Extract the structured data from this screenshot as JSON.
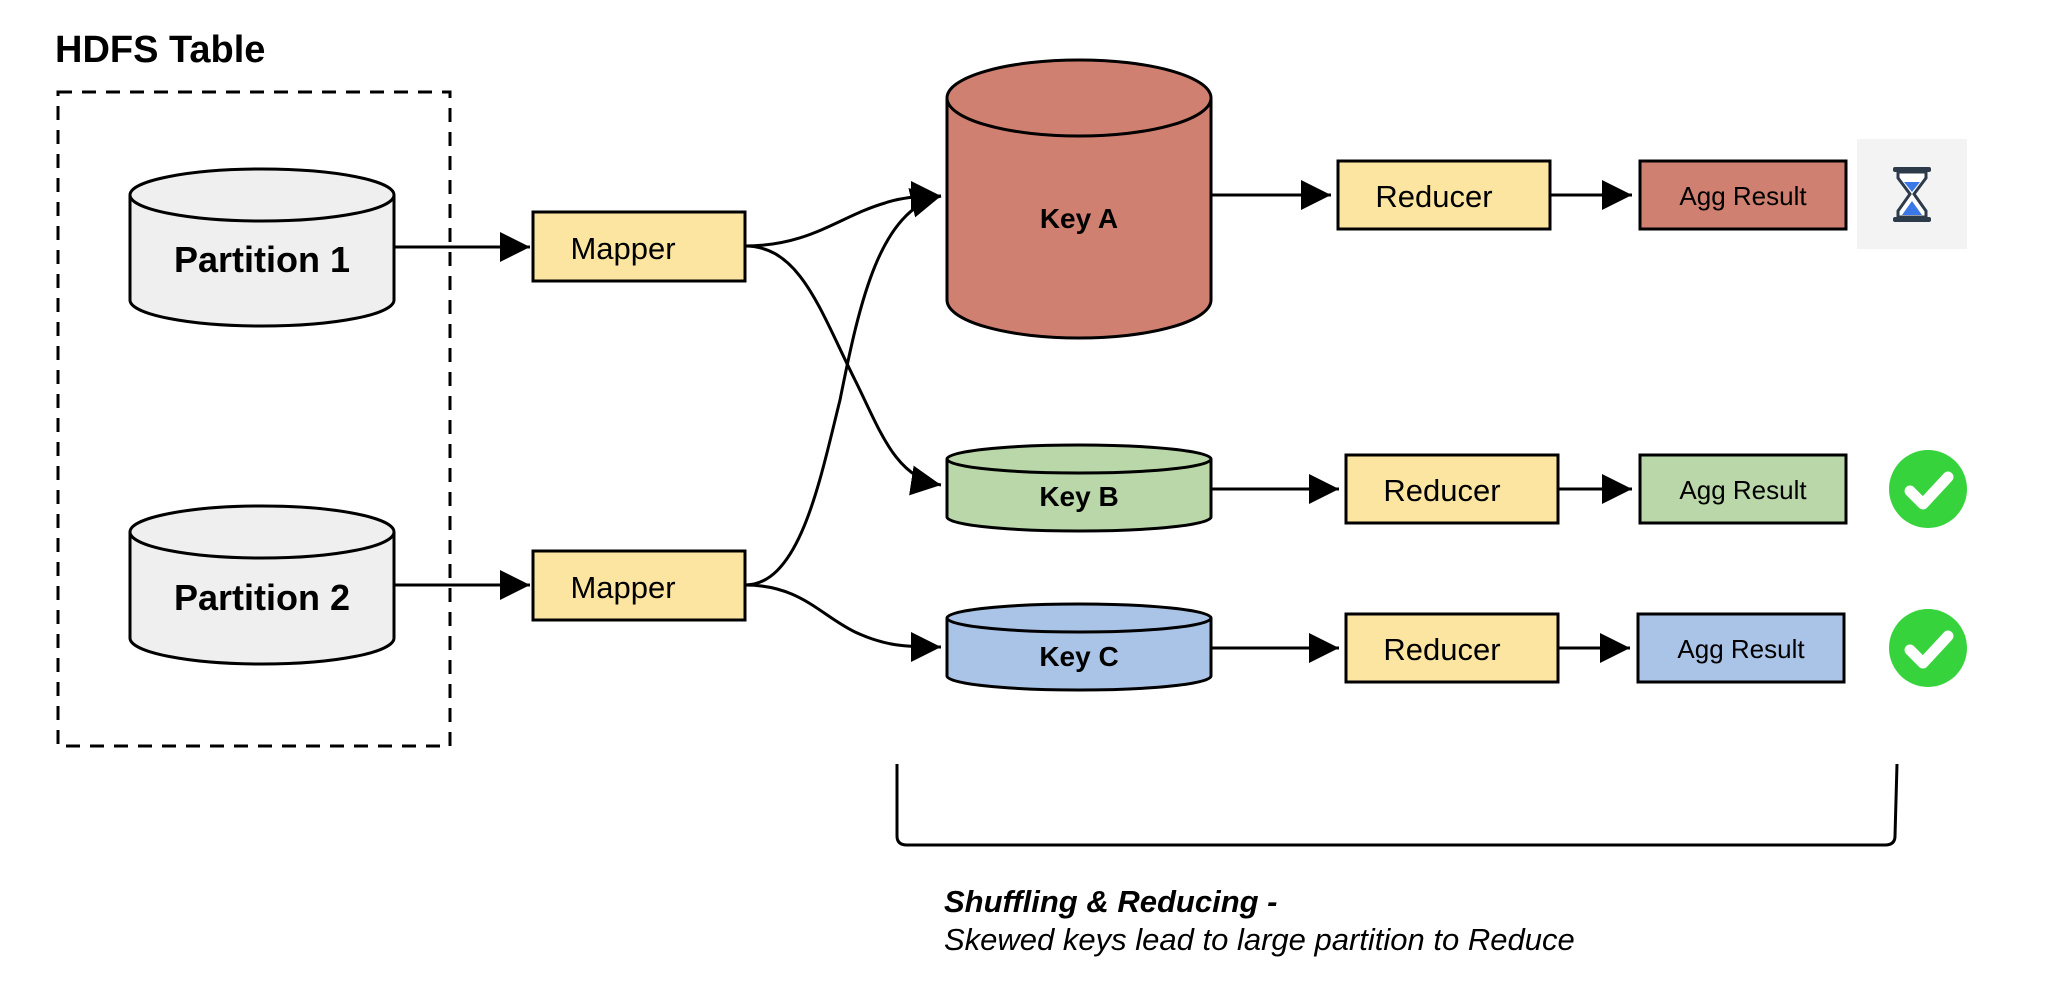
{
  "title": "HDFS Table",
  "partitions": [
    {
      "label": "Partition 1"
    },
    {
      "label": "Partition 2"
    }
  ],
  "mappers": [
    {
      "label": "Mapper"
    },
    {
      "label": "Mapper"
    }
  ],
  "keys": [
    {
      "label": "Key A",
      "color": "#d08070"
    },
    {
      "label": "Key B",
      "color": "#b9d7a8"
    },
    {
      "label": "Key C",
      "color": "#a9c4e6"
    }
  ],
  "reducers": [
    {
      "label": "Reducer"
    },
    {
      "label": "Reducer"
    },
    {
      "label": "Reducer"
    }
  ],
  "results": [
    {
      "label": "Agg Result",
      "color": "#d08070",
      "status": "hourglass-icon"
    },
    {
      "label": "Agg Result",
      "color": "#b9d7a8",
      "status": "check-circle-icon"
    },
    {
      "label": "Agg Result",
      "color": "#a9c4e6",
      "status": "check-circle-icon"
    }
  ],
  "caption": {
    "heading": "Shuffling & Reducing -",
    "body": "Skewed keys lead to large partition to Reduce"
  },
  "colors": {
    "partition_fill": "#efefef",
    "mapper_fill": "#fce5a0",
    "reducer_fill": "#fce5a0",
    "status_green": "#36d33c",
    "hourglass_blue": "#3b78e7"
  }
}
